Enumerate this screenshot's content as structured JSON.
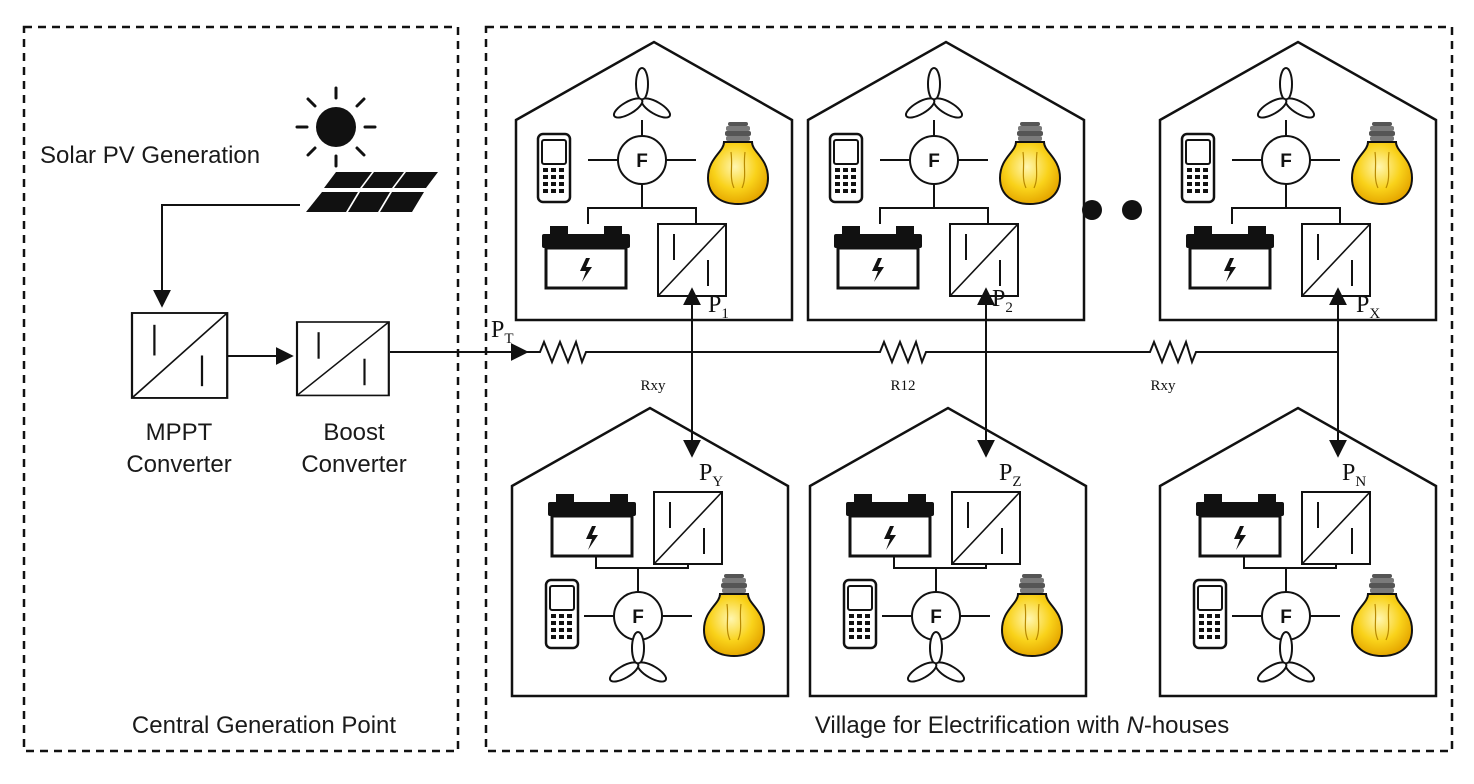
{
  "left_panel": {
    "solar_label": "Solar PV Generation",
    "mppt_label_1": "MPPT",
    "mppt_label_2": "Converter",
    "boost_label_1": "Boost",
    "boost_label_2": "Converter",
    "footer": "Central Generation Point"
  },
  "right_panel": {
    "footer_pre": "Village for Electrification with ",
    "footer_italic": "N",
    "footer_post": "-houses"
  },
  "power": {
    "total": {
      "main": "P",
      "sub": "T"
    },
    "p1": {
      "main": "P",
      "sub": "1"
    },
    "p2": {
      "main": "P",
      "sub": "2"
    },
    "px": {
      "main": "P",
      "sub": "X"
    },
    "py": {
      "main": "P",
      "sub": "Y"
    },
    "pz": {
      "main": "P",
      "sub": "Z"
    },
    "pn": {
      "main": "P",
      "sub": "N"
    }
  },
  "resistors": {
    "r1": "Rxy",
    "r2": "R12",
    "r3": "Rxy"
  },
  "fan_hub_label": "F",
  "colors": {
    "bulb": "#f7c600",
    "bulb_light": "#fff3a0",
    "ink": "#111111"
  }
}
